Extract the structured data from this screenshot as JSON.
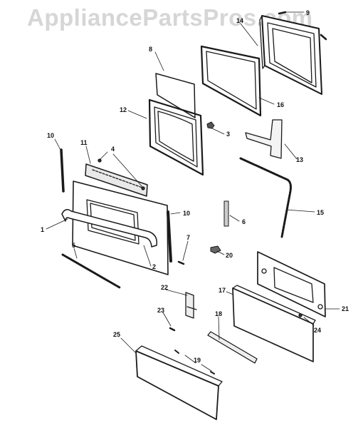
{
  "watermark": "AppliancePartsPros.com",
  "parts": [
    {
      "num": "1"
    },
    {
      "num": "2"
    },
    {
      "num": "3"
    },
    {
      "num": "4"
    },
    {
      "num": "5"
    },
    {
      "num": "6"
    },
    {
      "num": "7"
    },
    {
      "num": "8"
    },
    {
      "num": "9"
    },
    {
      "num": "10"
    },
    {
      "num": "10"
    },
    {
      "num": "11"
    },
    {
      "num": "12"
    },
    {
      "num": "13"
    },
    {
      "num": "14"
    },
    {
      "num": "15"
    },
    {
      "num": "16"
    },
    {
      "num": "17"
    },
    {
      "num": "18"
    },
    {
      "num": "19"
    },
    {
      "num": "20"
    },
    {
      "num": "21"
    },
    {
      "num": "22"
    },
    {
      "num": "23"
    },
    {
      "num": "24"
    },
    {
      "num": "25"
    }
  ]
}
